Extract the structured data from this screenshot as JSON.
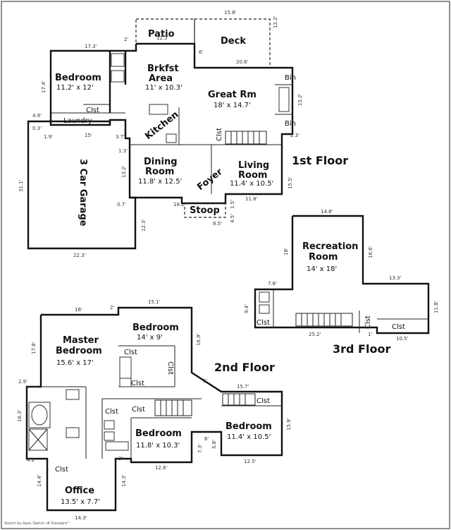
{
  "floors": {
    "first": {
      "label": "1st Floor",
      "rooms": {
        "patio": "Patio",
        "deck": "Deck",
        "bedroom_name": "Bedroom",
        "bedroom_size": "11.2' x 12'",
        "brkfst_line1": "Brkfst",
        "brkfst_line2": "Area",
        "brkfst_size": "11' x 10.3'",
        "great_name": "Great Rm",
        "great_size": "18' x 14.7'",
        "kitchen": "Kitchen",
        "clst_a": "Clst",
        "laundry": "Laundry",
        "clst_b": "Clst",
        "bin_top": "Bin",
        "bin_bottom": "Bin",
        "garage": "3 Car Garage",
        "dining_line1": "Dining",
        "dining_line2": "Room",
        "dining_size": "11.8' x 12.5'",
        "foyer": "Foyer",
        "living_line1": "Living",
        "living_line2": "Room",
        "living_size": "11.4' x 10.5'",
        "stoop": "Stoop"
      },
      "dims": [
        "15.8'",
        "12.2'",
        "2'",
        "12.3'",
        "17.3'",
        "6'",
        "20.6'",
        "17.4'",
        "15.2'",
        "4.9'",
        "0.3'",
        "1.9'",
        "15'",
        "3.7'",
        "2.3'",
        "1.3'",
        "13.2'",
        "31.1'",
        "0.7'",
        "15.5'",
        "18.2'",
        "1.5'",
        "11.8'",
        "4.5'",
        "8.5'",
        "12.3'",
        "22.3'"
      ]
    },
    "second": {
      "label": "2nd Floor",
      "rooms": {
        "master_line1": "Master",
        "master_line2": "Bedroom",
        "master_size": "15.6' x 17'",
        "bed1_name": "Bedroom",
        "bed1_size": "14' x 9'",
        "clst_a": "Clst",
        "clst_b": "Clst",
        "clst_c": "Clst",
        "clst_d": "Clst",
        "clst_e": "Clst",
        "clst_f": "Clst",
        "clst_g": "Clst",
        "bed2_name": "Bedroom",
        "bed2_size": "11.8' x 10.3'",
        "bed3_name": "Bedroom",
        "bed3_size": "11.4' x 10.5'",
        "office_name": "Office",
        "office_size": "13.5' x 7.7'"
      },
      "dims": [
        "16'",
        "2'",
        "15.1'",
        "17.8'",
        "16.9'",
        "5'",
        "15.7'",
        "2.9'",
        "16.3'",
        "4.2'",
        "7.3'",
        "6'",
        "5.8'",
        "15.9'",
        "12.6'",
        "12.5'",
        "14.4'",
        "3'",
        "14.3'",
        "14.3'"
      ]
    },
    "third": {
      "label": "3rd Floor",
      "rooms": {
        "rec_line1": "Recreation",
        "rec_line2": "Room",
        "rec_size": "14' x 18'",
        "clst_a": "Clst",
        "clst_b": "Clst",
        "clst_c": "Clst"
      },
      "dims": [
        "14.8'",
        "18'",
        "16.6'",
        "7.6'",
        "13.3'",
        "9.4'",
        "11.8'",
        "1'",
        "25.2'",
        "10.5'"
      ]
    }
  },
  "credit": "Sketch by Apex Sketch v6 Standard™"
}
